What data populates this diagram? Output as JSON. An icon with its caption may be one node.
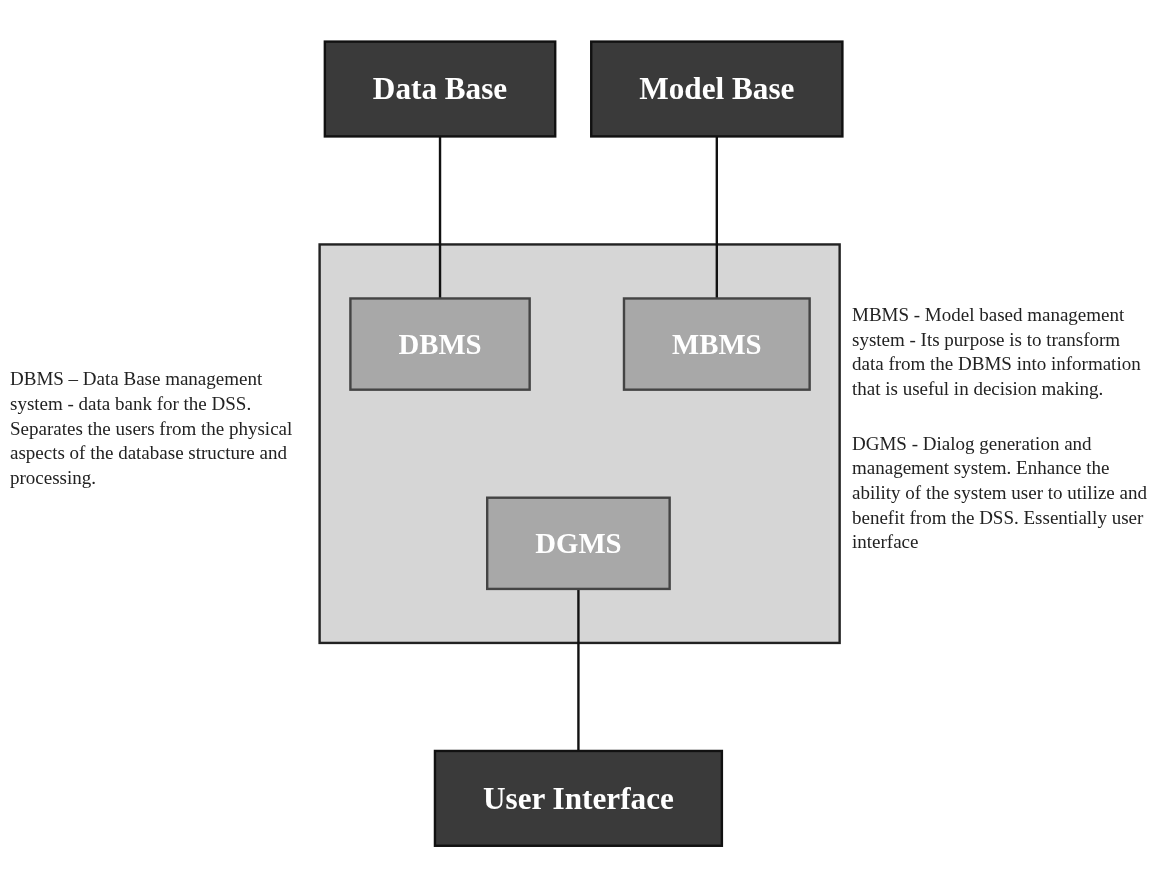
{
  "diagram": {
    "nodes": [
      {
        "text": [
          "Data Base"
        ]
      },
      {
        "text": [
          "Model Base"
        ]
      },
      {
        "text": [],
        "shape": "box"
      },
      {
        "text": [
          "DBMS"
        ],
        "in": 2
      },
      {
        "text": [
          "MBMS"
        ],
        "in": 2
      },
      {
        "text": [
          "DGMS"
        ],
        "in": 2
      },
      {
        "text": [
          "User Interface"
        ]
      }
    ],
    "edges": [
      {
        "from": 0,
        "to": 3,
        "arrow": "none"
      },
      {
        "from": 1,
        "to": 4,
        "arrow": "none"
      },
      {
        "from": 5,
        "to": 6,
        "arrow": "none"
      }
    ],
    "labels": [
      "DBMS – Data Base management system - data bank for the DSS. Separates the users from the physical aspects of the database structure and processing.",
      "MBMS - Model based management system - Its purpose is to transform data from the DBMS into information that is useful in decision making.",
      "DGMS - Dialog generation and management system. Enhance the ability of the system user to utilize and benefit from the DSS. Essentially user interface"
    ]
  }
}
